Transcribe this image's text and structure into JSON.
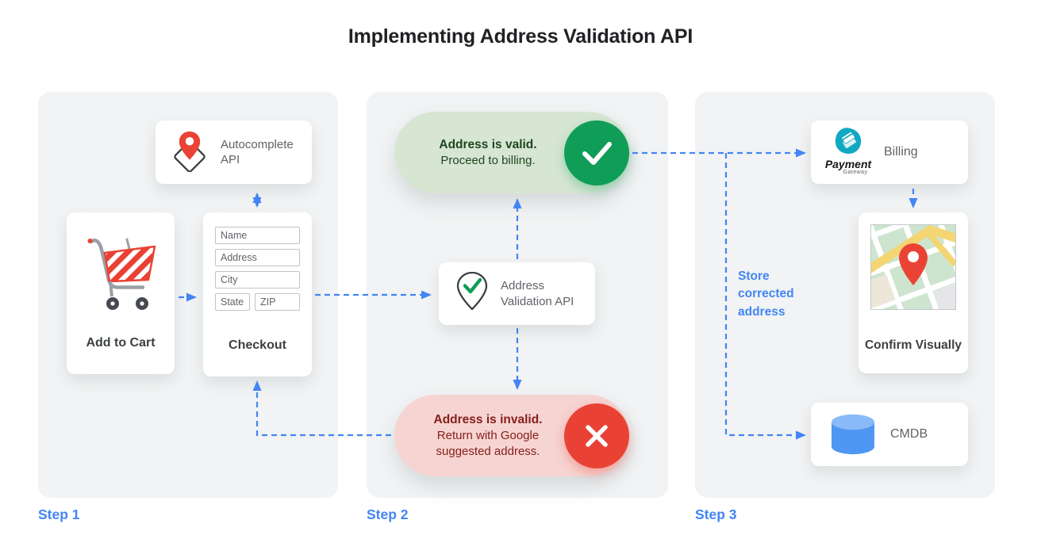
{
  "title": "Implementing Address Validation API",
  "colors": {
    "accent_blue": "#4285F4",
    "success_green": "#0F9D58",
    "error_red": "#E94235",
    "valid_pill_bg": "#D7E6D3",
    "invalid_pill_bg": "#F6D4D2",
    "panel_bg": "#F1F3F4",
    "payment_teal": "#10A9C2"
  },
  "steps": {
    "step1_label": "Step 1",
    "step2_label": "Step 2",
    "step3_label": "Step 3"
  },
  "step1": {
    "autocomplete_api_label": "Autocomplete API",
    "add_to_cart_label": "Add to Cart",
    "checkout_label": "Checkout",
    "form_fields": [
      "Name",
      "Address",
      "City",
      "State",
      "ZIP"
    ]
  },
  "step2": {
    "valid_title": "Address is valid.",
    "valid_subtitle": "Proceed to billing.",
    "validation_api_label": "Address Validation API",
    "invalid_title": "Address is invalid.",
    "invalid_subtitle": "Return with Google suggested address."
  },
  "step3": {
    "billing_label": "Billing",
    "payment_logo_title": "Payment",
    "payment_logo_subtitle": "Gateway",
    "store_note": "Store corrected address",
    "confirm_visually_label": "Confirm Visually",
    "cmdb_label": "CMDB"
  }
}
